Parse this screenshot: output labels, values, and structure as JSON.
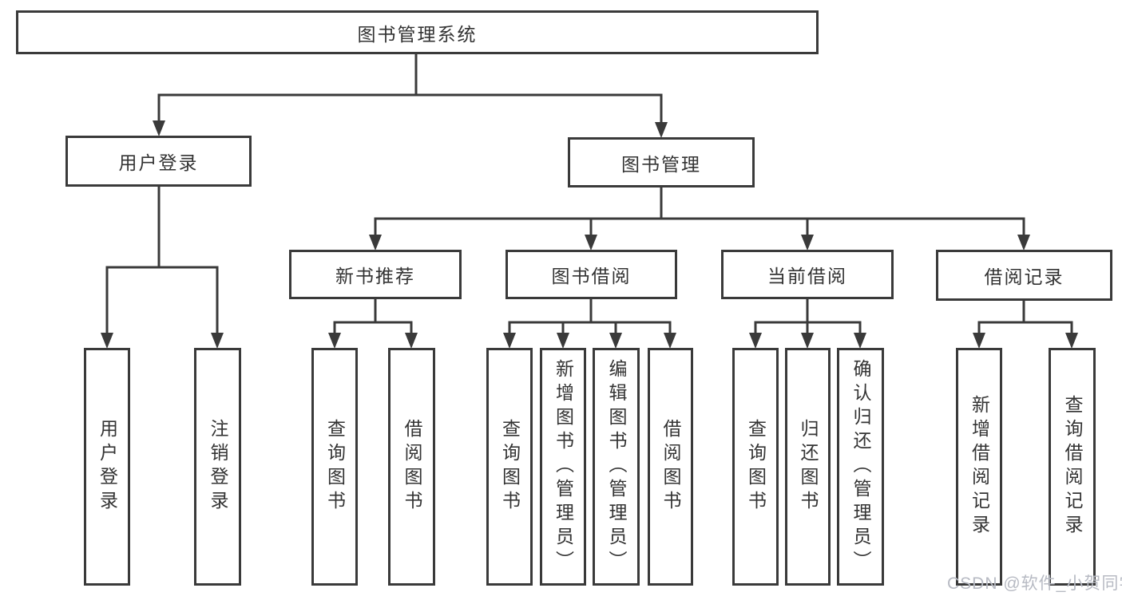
{
  "colors": {
    "line": "#3a3a3a",
    "box_border": "#3a3a3a",
    "text": "#333333",
    "watermark": "#b7bac3",
    "background": "#ffffff"
  },
  "tree": {
    "root": "图书管理系统",
    "branches": [
      {
        "label": "用户登录",
        "children": [
          "用户登录",
          "注销登录"
        ]
      },
      {
        "label": "图书管理",
        "groups": [
          {
            "label": "新书推荐",
            "children": [
              "查询图书",
              "借阅图书"
            ]
          },
          {
            "label": "图书借阅",
            "children": [
              "查询图书",
              "新增图书（管理员）",
              "编辑图书（管理员）",
              "借阅图书"
            ]
          },
          {
            "label": "当前借阅",
            "children": [
              "查询图书",
              "归还图书",
              "确认归还（管理员）"
            ]
          },
          {
            "label": "借阅记录",
            "children": [
              "新增借阅记录",
              "查询借阅记录"
            ]
          }
        ]
      }
    ]
  },
  "watermark": "CSDN @软件_小贺同学"
}
